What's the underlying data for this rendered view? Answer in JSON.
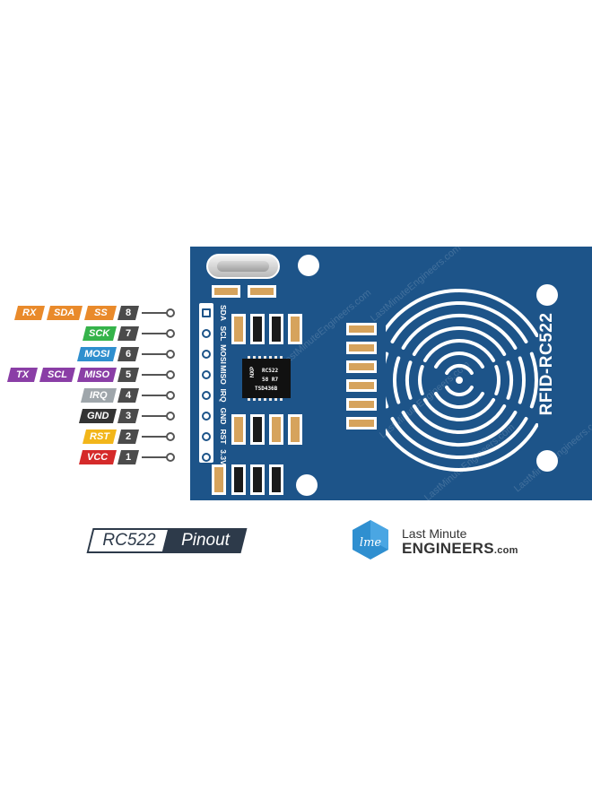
{
  "pinout": [
    {
      "number": "8",
      "tags": [
        {
          "label": "RX",
          "color": "#e98a2b"
        },
        {
          "label": "SDA",
          "color": "#e98a2b"
        },
        {
          "label": "SS",
          "color": "#e98a2b"
        }
      ]
    },
    {
      "number": "7",
      "tags": [
        {
          "label": "SCK",
          "color": "#35b34a"
        }
      ]
    },
    {
      "number": "6",
      "tags": [
        {
          "label": "MOSI",
          "color": "#2f8fce"
        }
      ]
    },
    {
      "number": "5",
      "tags": [
        {
          "label": "TX",
          "color": "#8a3ea6"
        },
        {
          "label": "SCL",
          "color": "#8a3ea6"
        },
        {
          "label": "MISO",
          "color": "#8a3ea6"
        }
      ]
    },
    {
      "number": "4",
      "tags": [
        {
          "label": "IRQ",
          "color": "#9fa6ab"
        }
      ]
    },
    {
      "number": "3",
      "tags": [
        {
          "label": "GND",
          "color": "#333333"
        }
      ]
    },
    {
      "number": "2",
      "tags": [
        {
          "label": "RST",
          "color": "#f2b61a"
        }
      ]
    },
    {
      "number": "1",
      "tags": [
        {
          "label": "VCC",
          "color": "#d52a2a"
        }
      ]
    }
  ],
  "header_labels": [
    "SDA",
    "SCL",
    "MOSI",
    "MISO",
    "IRQ",
    "GND",
    "RST",
    "3.3V"
  ],
  "board": {
    "label": "RFID-RC522",
    "color": "#1d5489",
    "chip_lines": [
      "RC522",
      "58   R7",
      "TSD436B"
    ],
    "chip_logo": "NXP"
  },
  "title": {
    "part": "RC522",
    "word": "Pinout"
  },
  "brand": {
    "line1": "Last Minute",
    "line2": "ENGINEERS",
    "suffix": ".com"
  }
}
